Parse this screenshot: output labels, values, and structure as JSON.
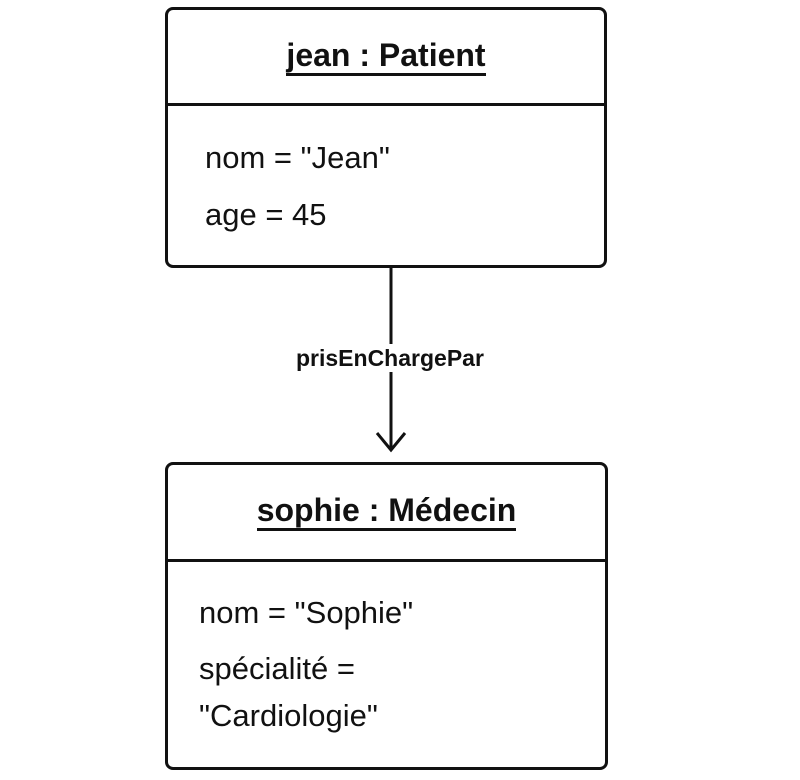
{
  "diagram": {
    "objects": [
      {
        "id": "patient",
        "title": "jean : Patient",
        "attributes": [
          "nom = \"Jean\"",
          "age = 45"
        ]
      },
      {
        "id": "medecin",
        "title": "sophie : Médecin",
        "attributes": [
          "nom = \"Sophie\"",
          "spécialité =",
          "\"Cardiologie\""
        ]
      }
    ],
    "link": {
      "label": "prisEnChargePar",
      "from": "jean : Patient",
      "to": "sophie : Médecin",
      "arrow": "open-arrowhead"
    }
  }
}
